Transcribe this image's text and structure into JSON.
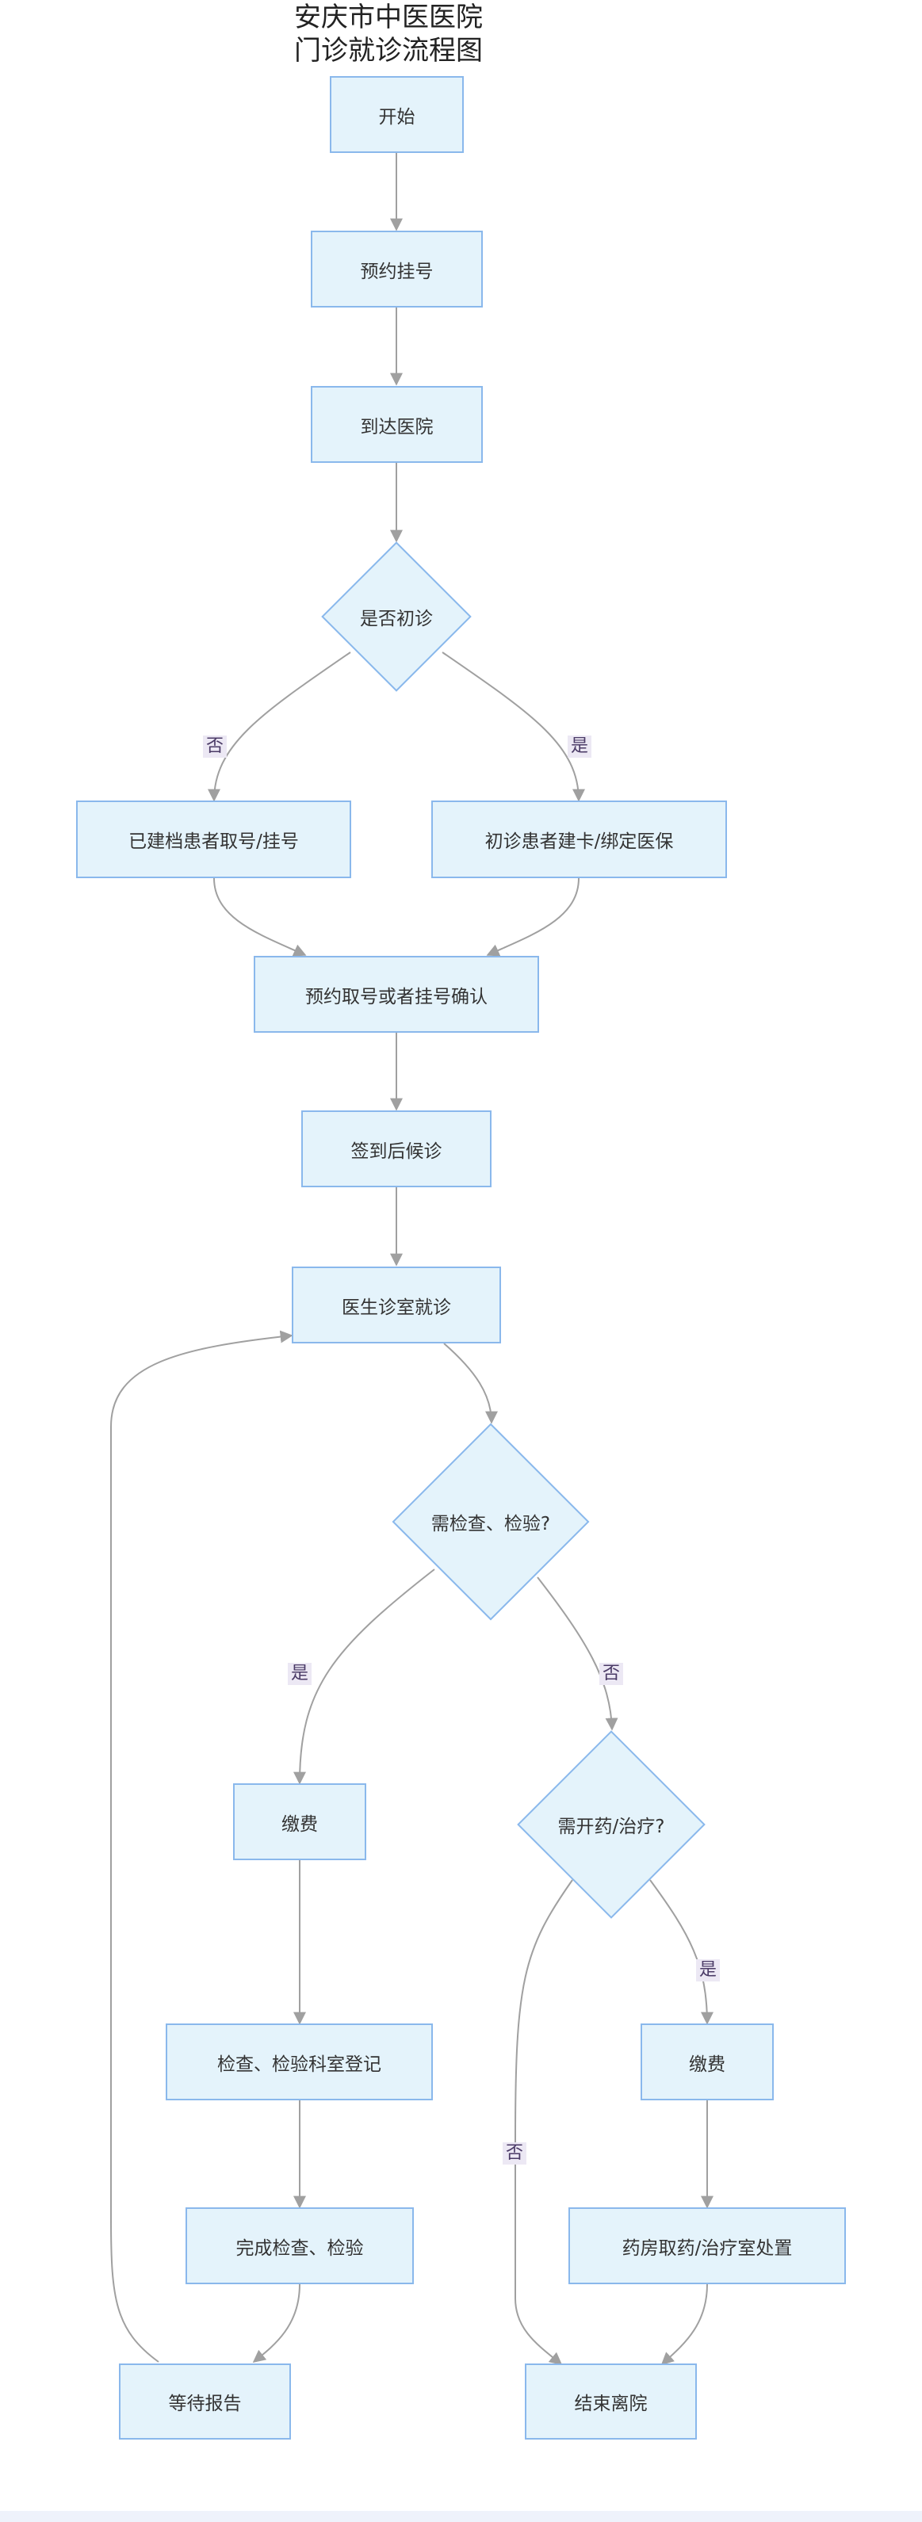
{
  "diagram": {
    "title_line1": "安庆市中医医院",
    "title_line2": "门诊就诊流程图",
    "nodes": {
      "start": "开始",
      "appointment": "预约挂号",
      "arrive": "到达医院",
      "first_visit": "是否初诊",
      "existing_patient": "已建档患者取号/挂号",
      "new_patient": "初诊患者建卡/绑定医保",
      "confirm": "预约取号或者挂号确认",
      "checkin": "签到后候诊",
      "consult": "医生诊室就诊",
      "need_exam": "需检查、检验?",
      "pay_exam": "缴费",
      "exam_register": "检查、检验科室登记",
      "exam_done": "完成检查、检验",
      "wait_report": "等待报告",
      "need_medicine": "需开药/治疗?",
      "pay_medicine": "缴费",
      "pharmacy": "药房取药/治疗室处置",
      "end": "结束离院"
    },
    "edge_labels": {
      "first_no": "否",
      "first_yes": "是",
      "exam_yes": "是",
      "exam_no": "否",
      "med_yes": "是",
      "med_no": "否"
    },
    "colors": {
      "node_fill": "#e4f3fb",
      "node_border": "#8ab8ec",
      "edge": "#a0a0a0",
      "label_bg": "#ece8f4"
    }
  }
}
